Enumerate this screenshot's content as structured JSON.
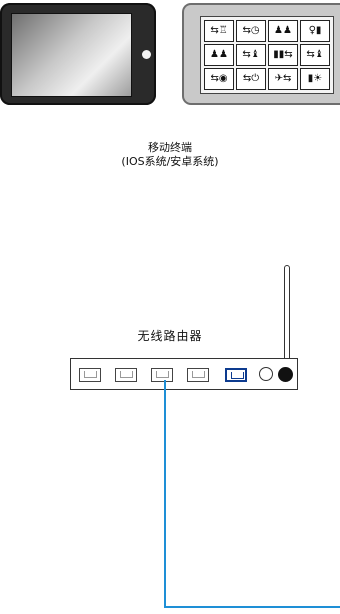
{
  "labels": {
    "mobile_line1": "移动终端",
    "mobile_line2": "(IOS系统/安卓系统)",
    "router": "无线路由器"
  },
  "panel_keys": [
    "⇆♖",
    "⇆◷",
    "♟♟",
    "♀▮",
    "♟♟",
    "⇆♝",
    "▮▮⇆",
    "⇆♝",
    "⇆◉",
    "⇆⏻",
    "✈⇆",
    "▮☀"
  ],
  "colors": {
    "cable": "#1e8fd6",
    "wan_port": "#0d3b8f"
  }
}
